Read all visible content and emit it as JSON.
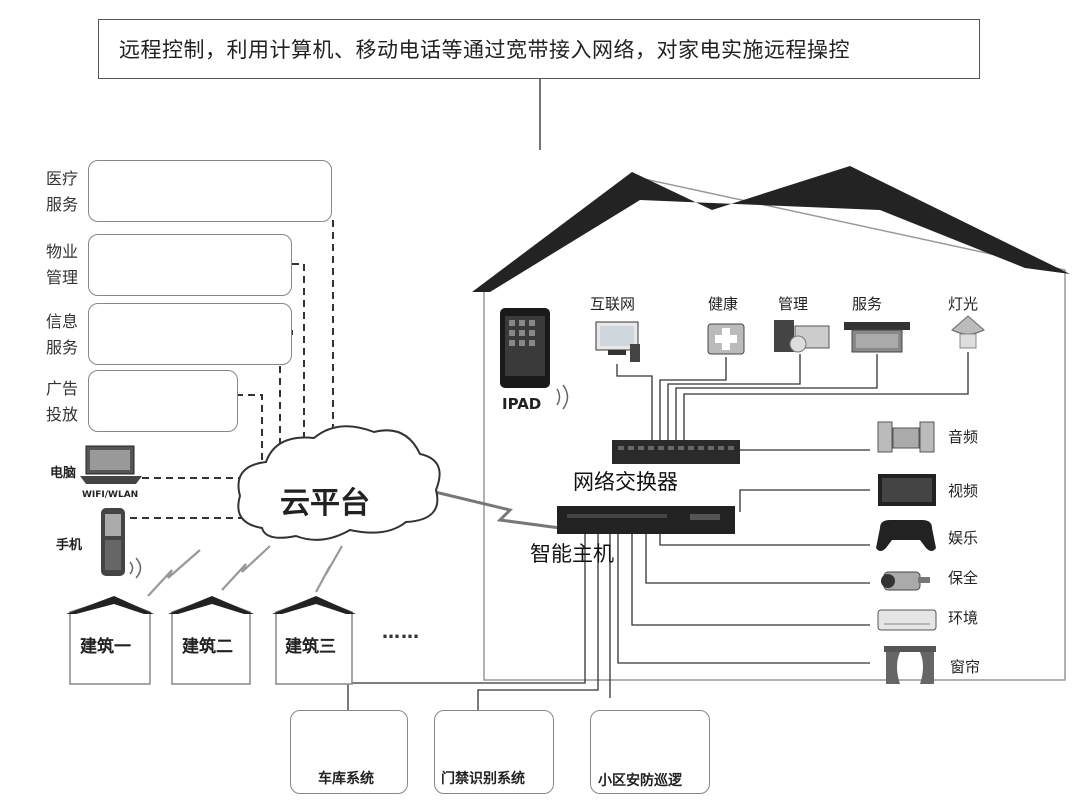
{
  "header": {
    "text": "远程控制，利用计算机、移动电话等通过宽带接入网络，对家电实施远程操控"
  },
  "services": [
    {
      "line1": "医疗",
      "line2": "服务"
    },
    {
      "line1": "物业",
      "line2": "管理"
    },
    {
      "line1": "信息",
      "line2": "服务"
    },
    {
      "line1": "广告",
      "line2": "投放"
    }
  ],
  "devices": {
    "computer": "电脑",
    "wifi": "WIFI/WLAN",
    "phone": "手机"
  },
  "cloud": {
    "label": "云平台"
  },
  "buildings": [
    "建筑一",
    "建筑二",
    "建筑三"
  ],
  "buildings_more": "……",
  "house": {
    "ipad": "IPAD",
    "top_items": [
      "互联网",
      "健康",
      "管理",
      "服务",
      "灯光"
    ],
    "switch_label": "网络交换器",
    "host_label": "智能主机",
    "right_items": [
      "音频",
      "视频",
      "娱乐",
      "保全",
      "环境",
      "窗帘"
    ]
  },
  "community": [
    "车库系统",
    "门禁识别系统",
    "小区安防巡逻"
  ],
  "colors": {
    "roof": "#232323",
    "line": "#333333",
    "box_border": "#888888"
  }
}
